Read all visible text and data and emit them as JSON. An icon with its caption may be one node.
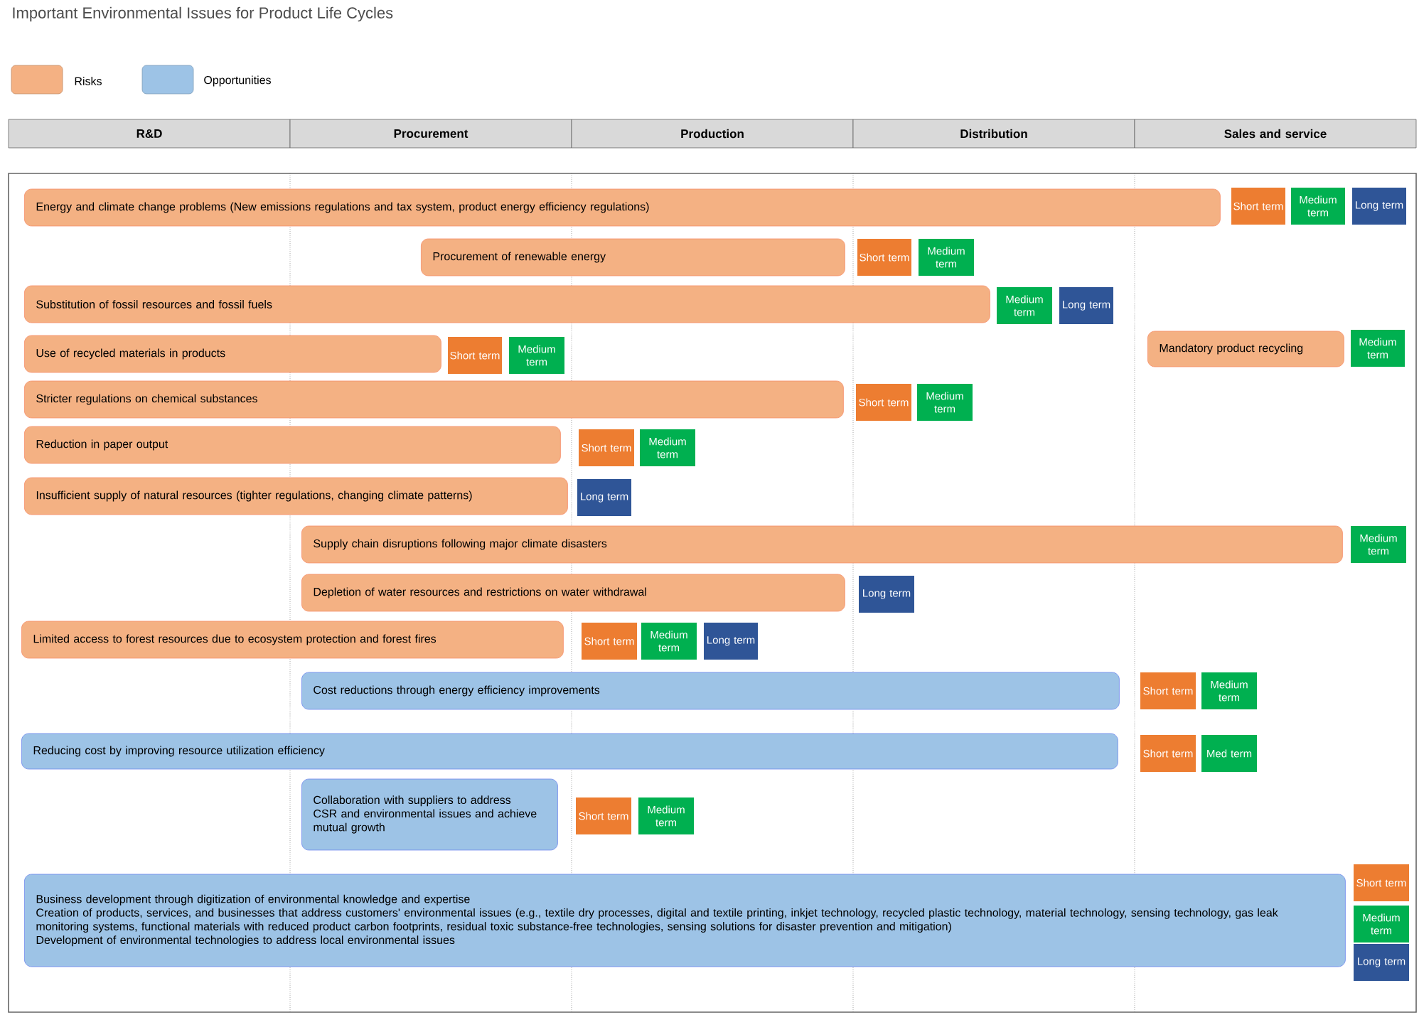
{
  "diagram": {
    "title": "Important Environmental Issues for Product Life Cycles",
    "nodes": [
      {
        "text": [
          "R&D"
        ]
      },
      {
        "text": [
          "Procurement"
        ]
      },
      {
        "text": [
          "Production"
        ]
      },
      {
        "text": [
          "Distribution"
        ]
      },
      {
        "text": [
          "Sales and service"
        ]
      },
      {
        "text": [
          "Energy and climate change problems (New emissions regulations and tax system, product energy efficiency regulations)"
        ]
      },
      {
        "text": [
          "Short term"
        ]
      },
      {
        "text": [
          "Medium term"
        ]
      },
      {
        "text": [
          "Long term"
        ]
      },
      {
        "text": [
          "Procurement of renewable energy"
        ]
      },
      {
        "text": [
          "Short term"
        ]
      },
      {
        "text": [
          "Medium term"
        ]
      },
      {
        "text": [
          "Substitution of fossil resources and fossil fuels"
        ]
      },
      {
        "text": [
          "Medium term"
        ]
      },
      {
        "text": [
          "Long term"
        ]
      },
      {
        "text": [
          "Use of recycled materials in products"
        ]
      },
      {
        "text": [
          "Short term"
        ]
      },
      {
        "text": [
          "Medium term"
        ]
      },
      {
        "text": [
          "Mandatory product recycling"
        ]
      },
      {
        "text": [
          "Medium term"
        ]
      },
      {
        "text": [
          "Stricter regulations on chemical substances"
        ]
      },
      {
        "text": [
          "Short term"
        ]
      },
      {
        "text": [
          "Medium term"
        ]
      },
      {
        "text": [
          "Reduction in paper output"
        ]
      },
      {
        "text": [
          "Short term"
        ]
      },
      {
        "text": [
          "Medium term"
        ]
      },
      {
        "text": [
          "Insufficient supply of natural resources (tighter regulations, changing climate patterns)"
        ]
      },
      {
        "text": [
          "Long term"
        ]
      },
      {
        "text": [
          "Supply chain disruptions following major climate disasters"
        ]
      },
      {
        "text": [
          "Medium term"
        ]
      },
      {
        "text": [
          "Depletion of water resources and restrictions on water withdrawal"
        ]
      },
      {
        "text": [
          "Long term"
        ]
      },
      {
        "text": [
          "Limited access to forest resources due to ecosystem protection and forest fires"
        ]
      },
      {
        "text": [
          "Short term"
        ]
      },
      {
        "text": [
          "Medium term"
        ]
      },
      {
        "text": [
          "Long term"
        ]
      },
      {
        "text": [
          "Cost reductions through energy efficiency improvements"
        ]
      },
      {
        "text": [
          "Short term"
        ]
      },
      {
        "text": [
          "Medium term"
        ]
      },
      {
        "text": [
          "Reducing cost by improving resource utilization efficiency"
        ]
      },
      {
        "text": [
          "Short term"
        ]
      },
      {
        "text": [
          "Med term"
        ]
      },
      {
        "text": [
          "Collaboration with suppliers to address CSR and environmental issues and achieve mutual growth"
        ]
      },
      {
        "text": [
          "Short term"
        ]
      },
      {
        "text": [
          "Medium term"
        ]
      },
      {
        "text": [
          "Business development through digitization of environmental knowledge and expertise",
          "Creation of products, services, and businesses that address customers' environmental issues (e.g., textile dry processes, digital and textile printing, inkjet technology, recycled plastic technology, material technology, sensing technology, gas leak monitoring systems, functional materials with reduced product carbon footprints, residual toxic substance-free technologies, sensing solutions for disaster prevention and mitigation)",
          "Development of environmental technologies to address local environmental issues"
        ]
      },
      {
        "text": [
          "Short term"
        ]
      },
      {
        "text": [
          "Medium term"
        ]
      },
      {
        "text": [
          "Long term"
        ]
      }
    ],
    "legend": [
      {
        "text": "Risks",
        "color": "#f4b183"
      },
      {
        "text": "Opportunities",
        "color": "#9dc3e6"
      }
    ]
  }
}
